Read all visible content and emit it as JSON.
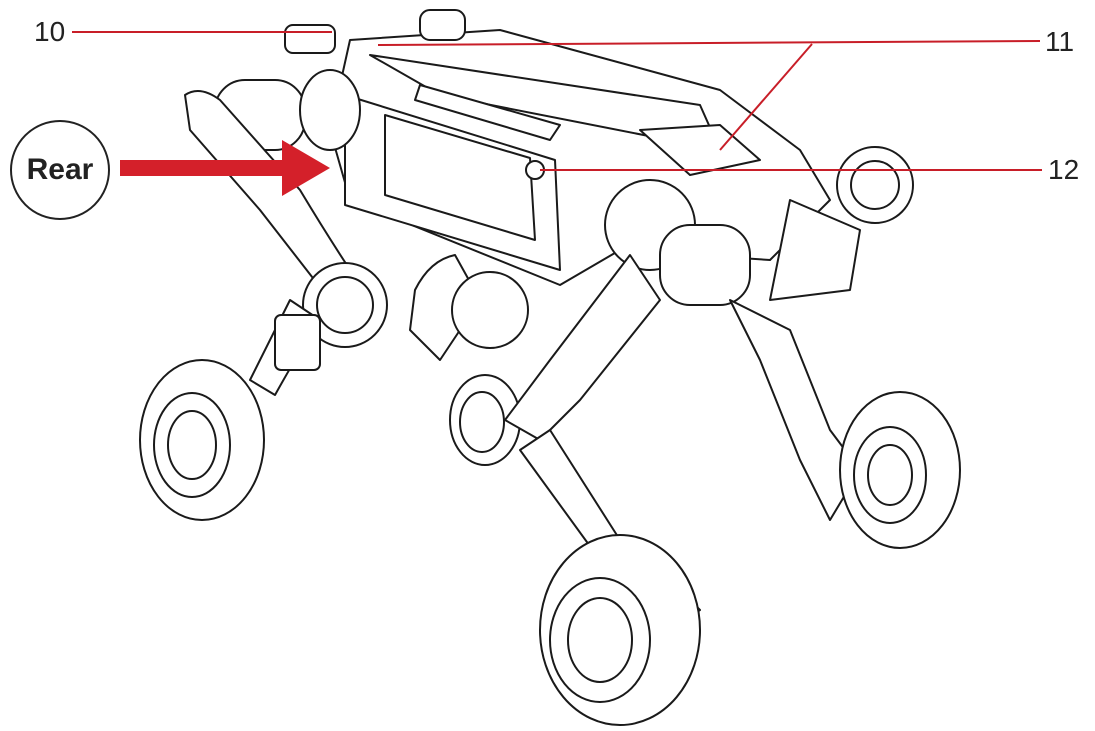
{
  "callouts": {
    "c10": "10",
    "c11": "11",
    "c12": "12"
  },
  "rear_label": "Rear",
  "colors": {
    "callout_line": "#c81e28",
    "arrow": "#d4202a",
    "outline": "#1a1a1a"
  }
}
